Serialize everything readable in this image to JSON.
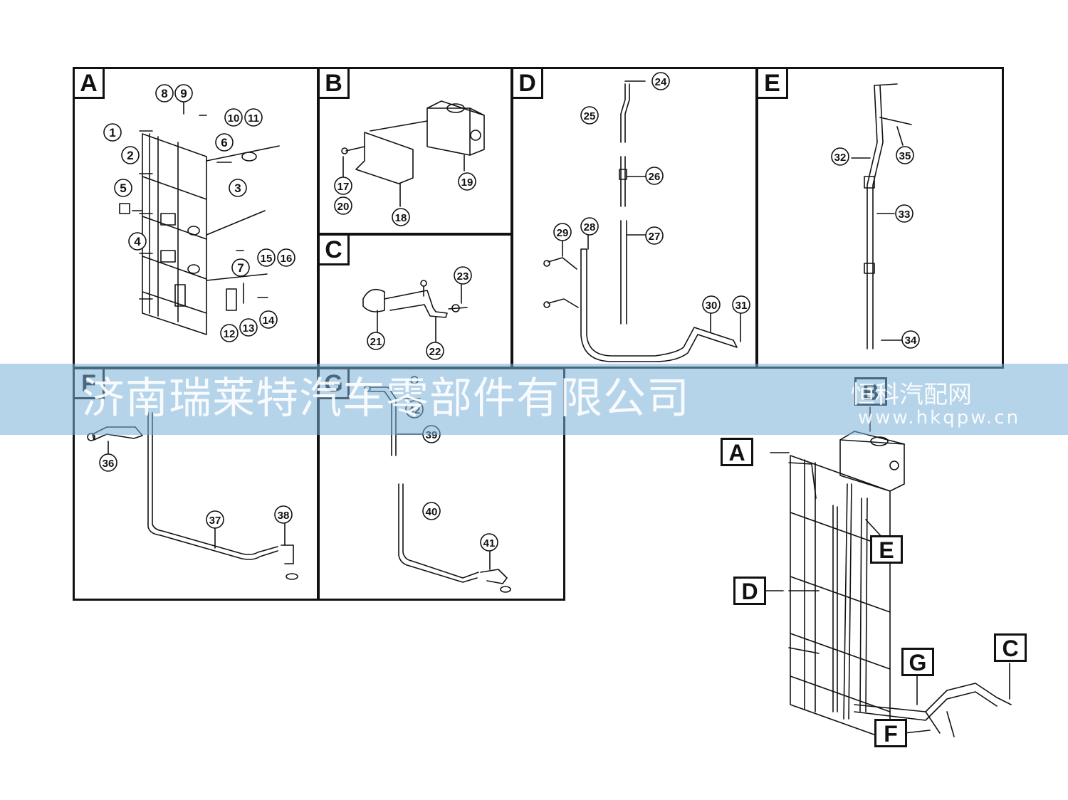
{
  "panels": [
    {
      "id": "A",
      "label": "A"
    },
    {
      "id": "B",
      "label": "B"
    },
    {
      "id": "C",
      "label": "C"
    },
    {
      "id": "D",
      "label": "D"
    },
    {
      "id": "E",
      "label": "E"
    },
    {
      "id": "F",
      "label": "F"
    },
    {
      "id": "G",
      "label": "G"
    }
  ],
  "part_numbers": [
    "1",
    "2",
    "3",
    "4",
    "5",
    "6",
    "7",
    "8",
    "9",
    "10",
    "11",
    "12",
    "13",
    "14",
    "15",
    "16",
    "17",
    "18",
    "19",
    "20",
    "21",
    "22",
    "23",
    "24",
    "25",
    "26",
    "27",
    "28",
    "29",
    "30",
    "31",
    "32",
    "33",
    "34",
    "35",
    "36",
    "37",
    "38",
    "39",
    "40",
    "41",
    "42"
  ],
  "assembly_callouts": {
    "A": "A",
    "B": "B",
    "C": "C",
    "D": "D",
    "E": "E",
    "F": "F",
    "G": "G"
  },
  "watermark": {
    "company": "济南瑞莱特汽车零部件有限公司",
    "site_name": "恒科汽配网",
    "site_url": "www.hkqpw.cn"
  },
  "colors": {
    "line": "#111111",
    "banner": "#78afd7"
  }
}
